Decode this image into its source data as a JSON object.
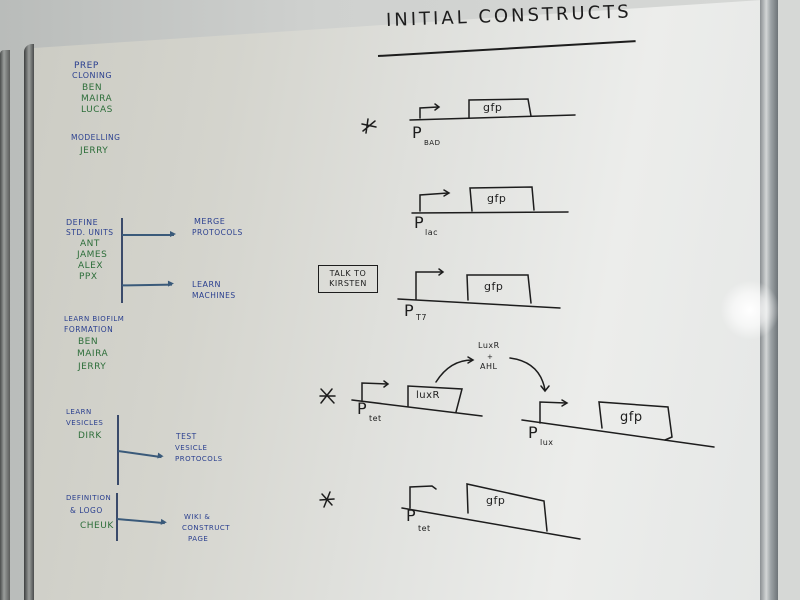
{
  "board": {
    "title": "INITIAL CONSTRUCTS",
    "colors": {
      "marker_blue": "#2a3f8f",
      "marker_green": "#2d6e3a",
      "marker_black": "#1d1d1d",
      "surface": "#e2e3e0",
      "frame": "#8e8676"
    }
  },
  "tasks": [
    {
      "heading": [
        "PREP",
        "CLONING"
      ],
      "people": [
        "BEN",
        "MAIRA",
        "LUCAS"
      ],
      "outcomes": []
    },
    {
      "heading": [
        "MODELLING"
      ],
      "people": [
        "JERRY"
      ],
      "outcomes": []
    },
    {
      "heading": [
        "DEFINE",
        "STD. UNITS"
      ],
      "people": [
        "ANT",
        "JAMES",
        "ALEX",
        "PPX"
      ],
      "outcomes": [
        [
          "MERGE",
          "PROTOCOLS"
        ],
        [
          "LEARN",
          "MACHINES"
        ]
      ]
    },
    {
      "heading": [
        "LEARN BIOFILM",
        "FORMATION"
      ],
      "people": [
        "BEN",
        "MAIRA",
        "JERRY"
      ],
      "outcomes": []
    },
    {
      "heading": [
        "LEARN",
        "VESICLES"
      ],
      "people": [
        "DIRK"
      ],
      "outcomes": [
        [
          "TEST",
          "VESICLE",
          "PROTOCOLS"
        ]
      ]
    },
    {
      "heading": [
        "DEFINITION",
        "& LOGO"
      ],
      "people": [
        "CHEUK"
      ],
      "outcomes": [
        [
          "WIKI &",
          "CONSTRUCT",
          "PAGE"
        ]
      ]
    }
  ],
  "note_box": [
    "TALK TO",
    "KIRSTEN"
  ],
  "constructs": [
    {
      "starred": true,
      "promoter": "P",
      "promoter_sub": "BAD",
      "gene": "gfp"
    },
    {
      "starred": false,
      "promoter": "P",
      "promoter_sub": "lac",
      "gene": "gfp"
    },
    {
      "starred": false,
      "promoter": "P",
      "promoter_sub": "T7",
      "gene": "gfp"
    },
    {
      "starred": true,
      "promoter": "P",
      "promoter_sub": "tet",
      "gene": "luxR",
      "signal": [
        "LuxR",
        "+",
        "AHL"
      ],
      "downstream": {
        "promoter": "P",
        "promoter_sub": "lux",
        "gene": "gfp"
      }
    },
    {
      "starred": true,
      "promoter": "P",
      "promoter_sub": "tet",
      "gene": "gfp"
    }
  ],
  "star_symbol": "*"
}
